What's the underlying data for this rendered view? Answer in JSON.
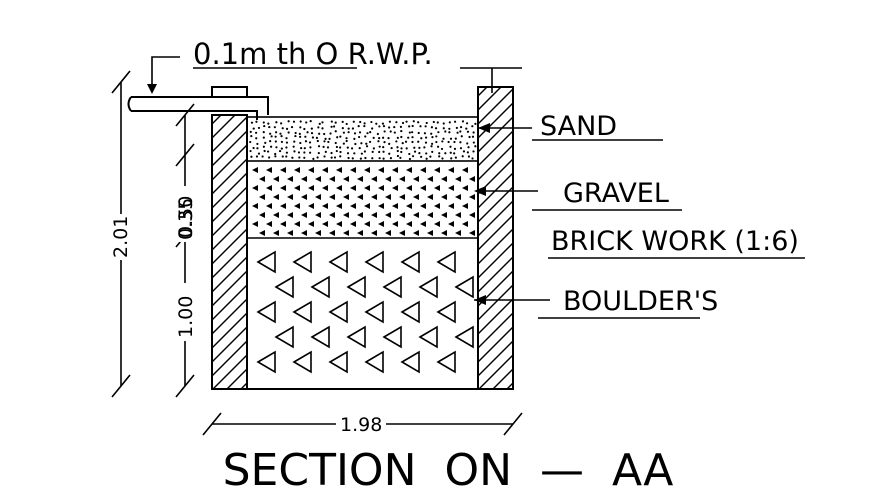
{
  "title": "SECTION  ON  —  AA",
  "pipe_label": "0.1m  th  O  R.W.P.",
  "layer_labels": {
    "sand": "SAND",
    "gravel": "GRAVEL",
    "brick": "BRICK  WORK  (1:6)",
    "boulders": "BOULDER'S"
  },
  "dimensions": {
    "total_height": "2.01",
    "sand_gravel_a": "0.50",
    "sand_gravel_b": "0.35",
    "boulder_height": "1.00",
    "width": "1.98"
  }
}
